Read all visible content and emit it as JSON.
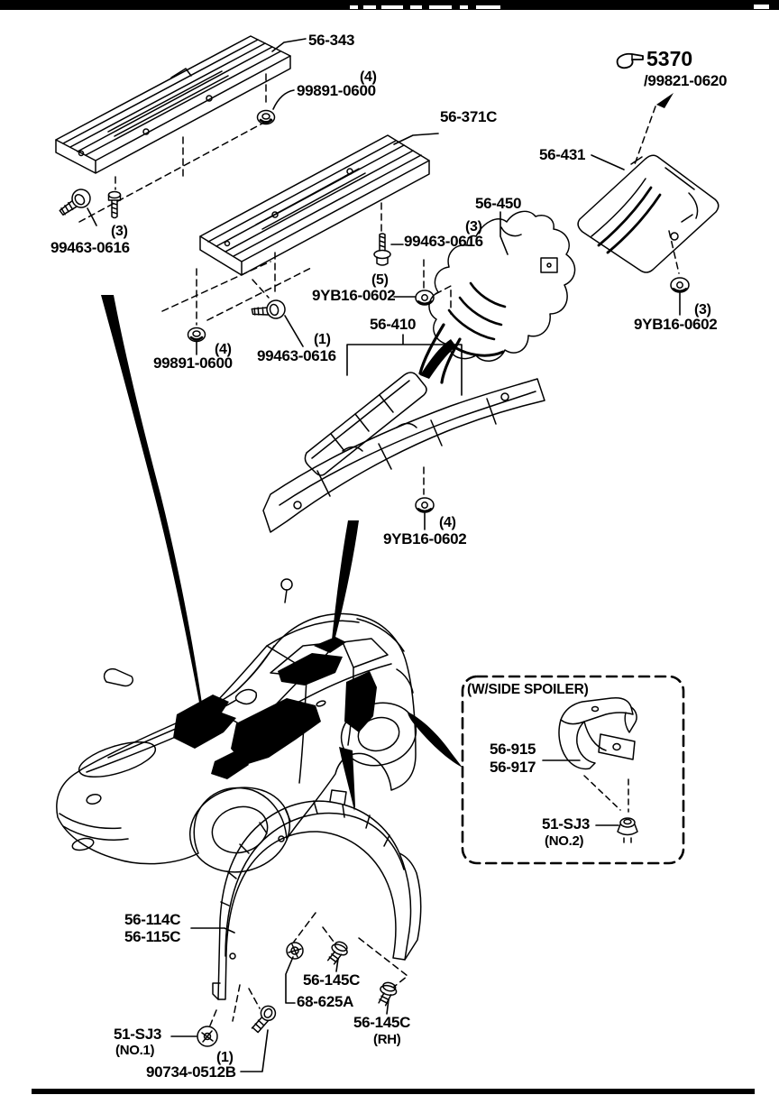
{
  "page": {
    "background": "#ffffff",
    "ink": "#000000",
    "top_bar_color": "#000000",
    "bottom_rule_color": "#000000"
  },
  "reference": {
    "icon": "pointing-hand-icon",
    "number": "5370",
    "catalog_code": "/99821-0620"
  },
  "callouts": {
    "cover_front": "56-343",
    "cover_rear": "56-371C",
    "shield_rear": "56-431",
    "shield_converter": "56-450",
    "shield_tunnel": "56-410",
    "grommet_top_qty": "(4)",
    "grommet_top": "99891-0600",
    "grommet_bottom_qty": "(4)",
    "grommet_bottom": "99891-0600",
    "screw_left_qty": "(3)",
    "screw_left": "99463-0616",
    "screw_mid_qty": "(3)",
    "screw_mid": "99463-0616",
    "screw_one_qty": "(1)",
    "screw_one": "99463-0616",
    "washer_five_qty": "(5)",
    "washer_five": "9YB16-0602",
    "washer_three_qty": "(3)",
    "washer_three": "9YB16-0602",
    "washer_four_qty": "(4)",
    "washer_four": "9YB16-0602",
    "spoiler_box_title": "(W/SIDE SPOILER)",
    "spoiler_bracket_a": "56-915",
    "spoiler_bracket_b": "56-917",
    "spoiler_clip": "51-SJ3",
    "spoiler_clip_no": "(NO.2)",
    "liner_a": "56-114C",
    "liner_b": "56-115C",
    "liner_screw_front": "56-145C",
    "liner_grommet": "68-625A",
    "liner_screw_rh": "56-145C",
    "liner_screw_rh_side": "(RH)",
    "liner_clip": "51-SJ3",
    "liner_clip_no": "(NO.1)",
    "liner_bolt_qty": "(1)",
    "liner_bolt": "90734-0512B"
  }
}
